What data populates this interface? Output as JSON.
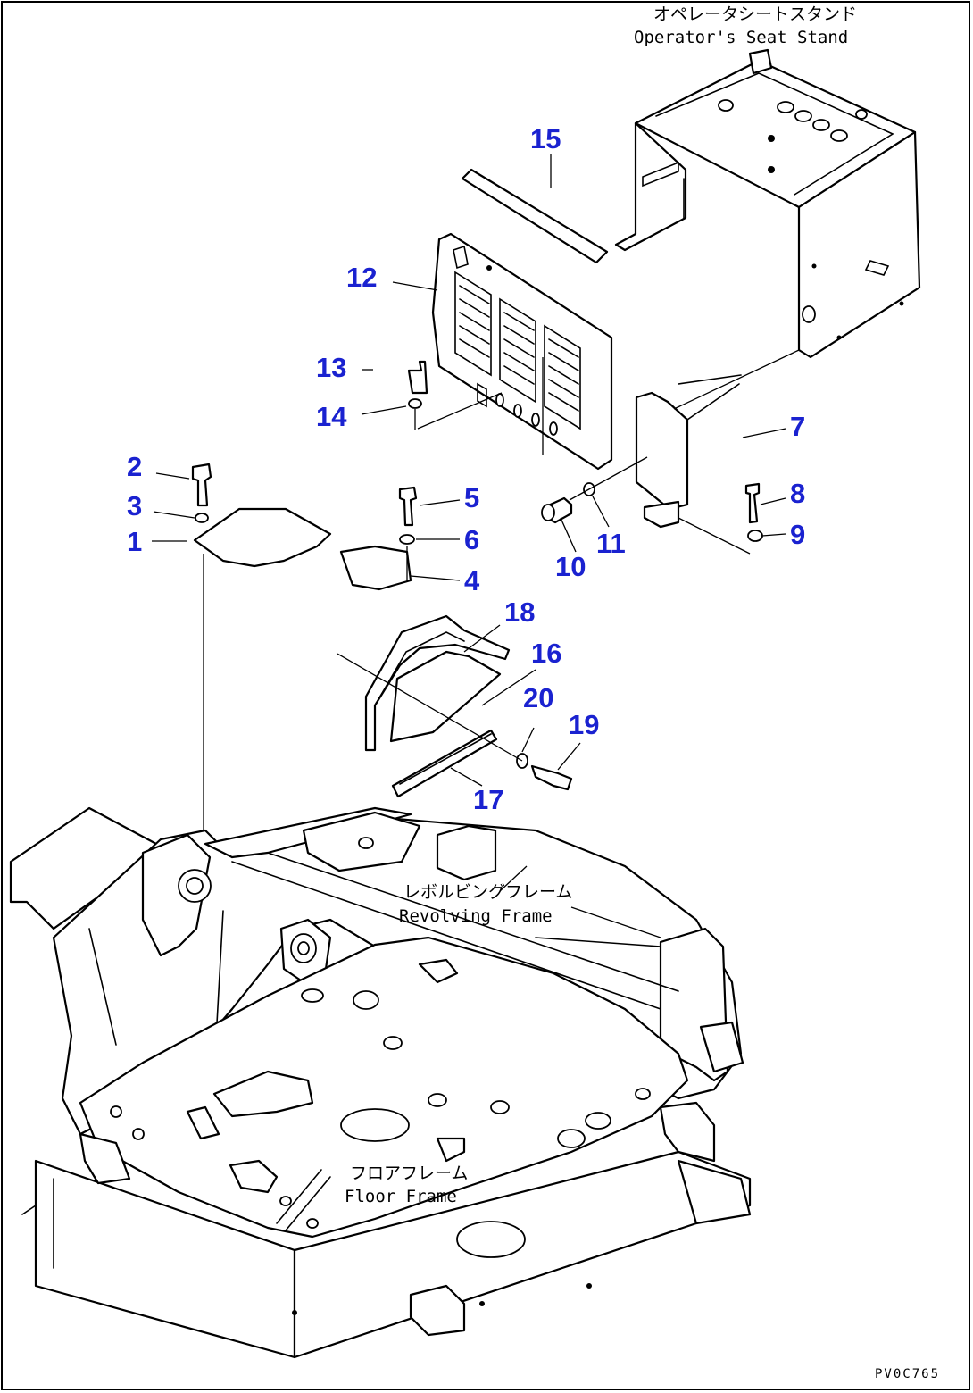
{
  "labels": {
    "seat_stand_jp": "オペレータシートスタンド",
    "seat_stand_en": "Operator's Seat Stand",
    "revolving_jp": "レボルビングフレーム",
    "revolving_en": "Revolving Frame",
    "floor_jp": "フロアフレーム",
    "floor_en": "Floor Frame"
  },
  "callouts": {
    "c1": "1",
    "c2": "2",
    "c3": "3",
    "c4": "4",
    "c5": "5",
    "c6": "6",
    "c7": "7",
    "c8": "8",
    "c9": "9",
    "c10": "10",
    "c11": "11",
    "c12": "12",
    "c13": "13",
    "c14": "14",
    "c15": "15",
    "c16": "16",
    "c17": "17",
    "c18": "18",
    "c19": "19",
    "c20": "20"
  },
  "drawing_code": "PV0C765",
  "colors": {
    "callout": "#1a22d0",
    "line": "#000000",
    "background": "#ffffff"
  }
}
